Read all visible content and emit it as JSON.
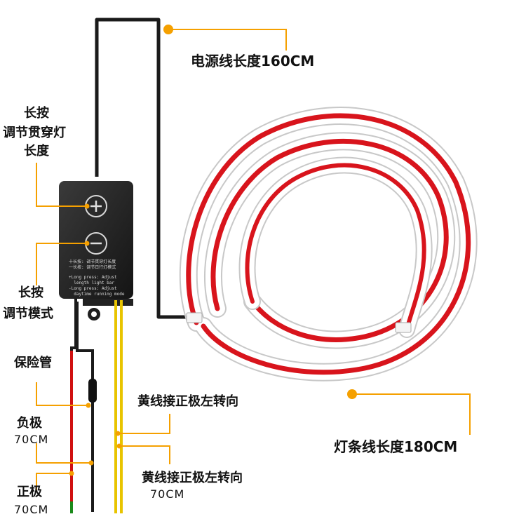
{
  "labels": {
    "power_cable": "电源线长度160CM",
    "long_press_1": "长按",
    "adjust_length_line1": "调节贯穿灯",
    "adjust_length_line2": "长度",
    "long_press_2": "长按",
    "adjust_mode": "调节模式",
    "fuse": "保险管",
    "negative": "负极",
    "negative_len": "70CM",
    "positive": "正极",
    "positive_len": "70CM",
    "yellow_1": "黄线接正极左转向",
    "yellow_2": "黄线接正极左转向",
    "yellow_2_len": "70CM",
    "strip_length": "灯条线长度180CM"
  },
  "controller": {
    "cn_line1": "十长按: 调节贯穿灯长度",
    "cn_line2": "一长按: 调节日行灯模式",
    "en_line1": "+Long press: Adjust",
    "en_line2": "  length light bar",
    "en_line3": "-Long press: Adjust",
    "en_line4": "  daytime running mode"
  },
  "colors": {
    "callout": "#f5a000",
    "strip_red": "#d8141c",
    "wire_yellow": "#e8c400",
    "wire_red": "#d01010"
  }
}
